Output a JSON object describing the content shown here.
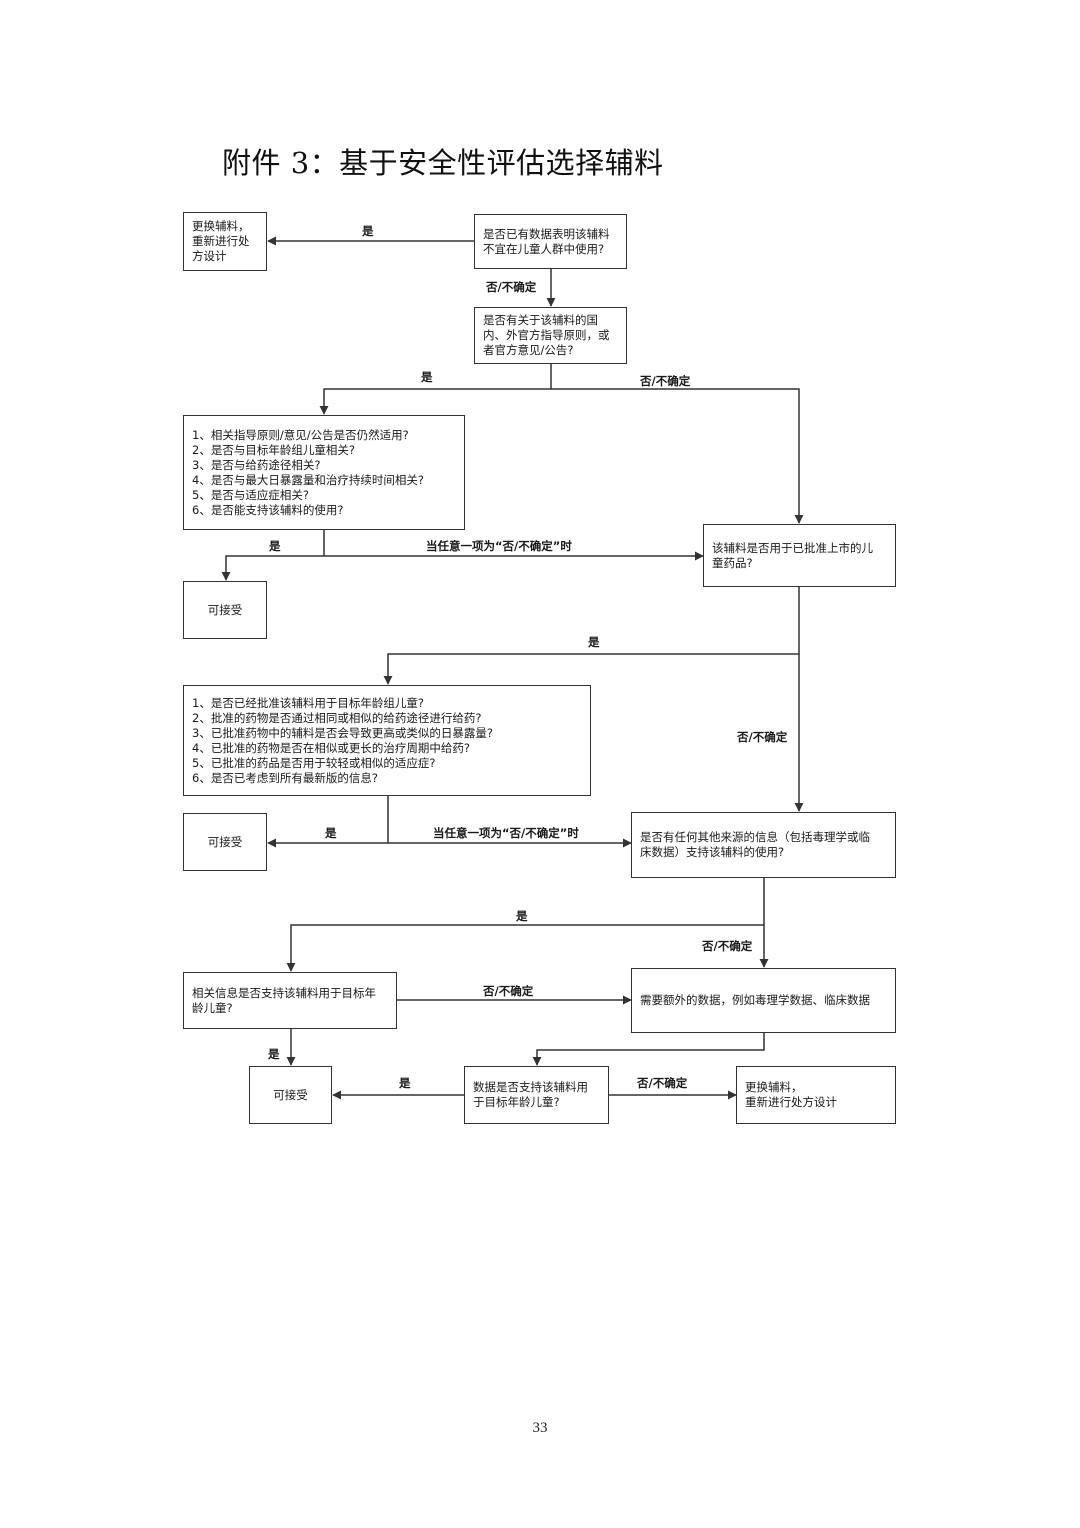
{
  "title": "附件 3：基于安全性评估选择辅料",
  "page_number": "33",
  "colors": {
    "line": "#333333",
    "text": "#1a1a1a"
  },
  "boxes": {
    "replace_top": "更换辅料，\n重新进行处\n方设计",
    "q1": "是否已有数据表明该辅料\n不宜在儿童人群中使用?",
    "q2": "是否有关于该辅料的国\n内、外官方指导原则，或\n者官方意见/公告?",
    "checklist1": "1、相关指导原则/意见/公告是否仍然适用?\n2、是否与目标年龄组儿童相关?\n3、是否与给药途径相关?\n4、是否与最大日暴露量和治疗持续时间相关?\n5、是否与适应症相关?\n6、是否能支持该辅料的使用?",
    "q3": "该辅料是否用于已批准上市的儿\n童药品?",
    "accept1": "可接受",
    "checklist2": "1、是否已经批准该辅料用于目标年龄组儿童?\n2、批准的药物是否通过相同或相似的给药途径进行给药?\n3、已批准药物中的辅料是否会导致更高或类似的日暴露量?\n4、已批准的药物是否在相似或更长的治疗周期中给药?\n5、已批准的药品是否用于较轻或相似的适应症?\n6、是否已考虑到所有最新版的信息?",
    "accept2": "可接受",
    "q4": "是否有任何其他来源的信息（包括毒理学或临\n床数据）支持该辅料的使用?",
    "q5": "相关信息是否支持该辅料用于目标年\n龄儿童?",
    "need_data": "需要额外的数据，例如毒理学数据、临床数据",
    "accept3": "可接受",
    "q6": "数据是否支持该辅料用\n于目标年龄儿童?",
    "replace_bottom": "更换辅料，\n重新进行处方设计"
  },
  "labels": {
    "l1": "是",
    "l2": "否/不确定",
    "l3": "是",
    "l4": "否/不确定",
    "l5": "是",
    "l6": "当任意一项为“否/不确定”时",
    "l7": "是",
    "l8": "否/不确定",
    "l9": "是",
    "l10": "当任意一项为“否/不确定”时",
    "l11": "是",
    "l12": "否/不确定",
    "l13": "否/不确定",
    "l14": "是",
    "l15": "是",
    "l16": "否/不确定"
  }
}
